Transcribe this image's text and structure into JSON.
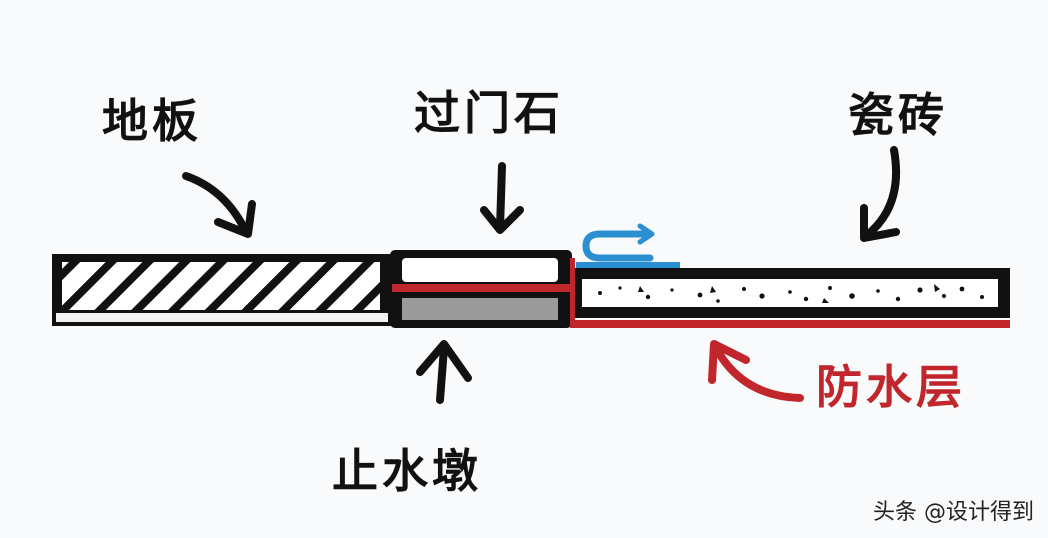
{
  "labels": {
    "floor": "地板",
    "threshold_stone": "过门石",
    "tile": "瓷砖",
    "water_stop_base": "止水墩",
    "waterproof_layer": "防水层"
  },
  "watermark": "头条 @设计得到",
  "colors": {
    "outline": "#111111",
    "waterproof": "#c0262b",
    "flow_arrow": "#2a8fd0",
    "stone_base": "#9a9a9a",
    "background": "#f9fafb"
  },
  "icons": {
    "flow": "water-flow-arrow-icon",
    "pointers": "hand-drawn-arrow-icon"
  }
}
